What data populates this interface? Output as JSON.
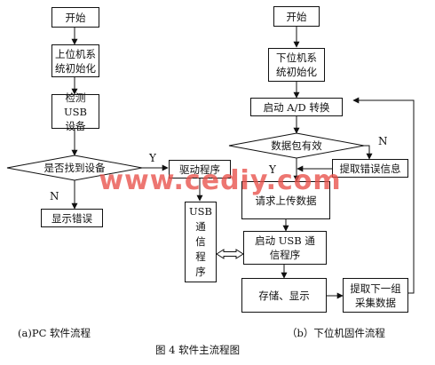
{
  "left_flow": {
    "start": "开始",
    "init": "上位机系\n统初始化",
    "detect": "检测 USB\n设备",
    "decision": "是否找到设备",
    "yes": "Y",
    "no": "N",
    "error": "显示错误",
    "driver": "驱动程序",
    "usb_comm": "USB\n通\n信\n程\n序"
  },
  "right_flow": {
    "start": "开始",
    "init": "下位机系\n统初始化",
    "ad": "启动 A/D 转换",
    "decision": "数据包有效",
    "yes": "Y",
    "no": "N",
    "extract_error": "提取错误信息",
    "request": "请求上传数据",
    "usb_start": "启动 USB 通\n信程序",
    "store": "存储、显示",
    "next_group": "提取下一组\n采集数据"
  },
  "captions": {
    "left": "(a)PC 软件流程",
    "right": "（b）下位机固件流程",
    "figure": "图 4    软件主流程图"
  },
  "watermark": "www.cediy.com",
  "colors": {
    "line": "#111111",
    "watermark": "#e8504a"
  }
}
